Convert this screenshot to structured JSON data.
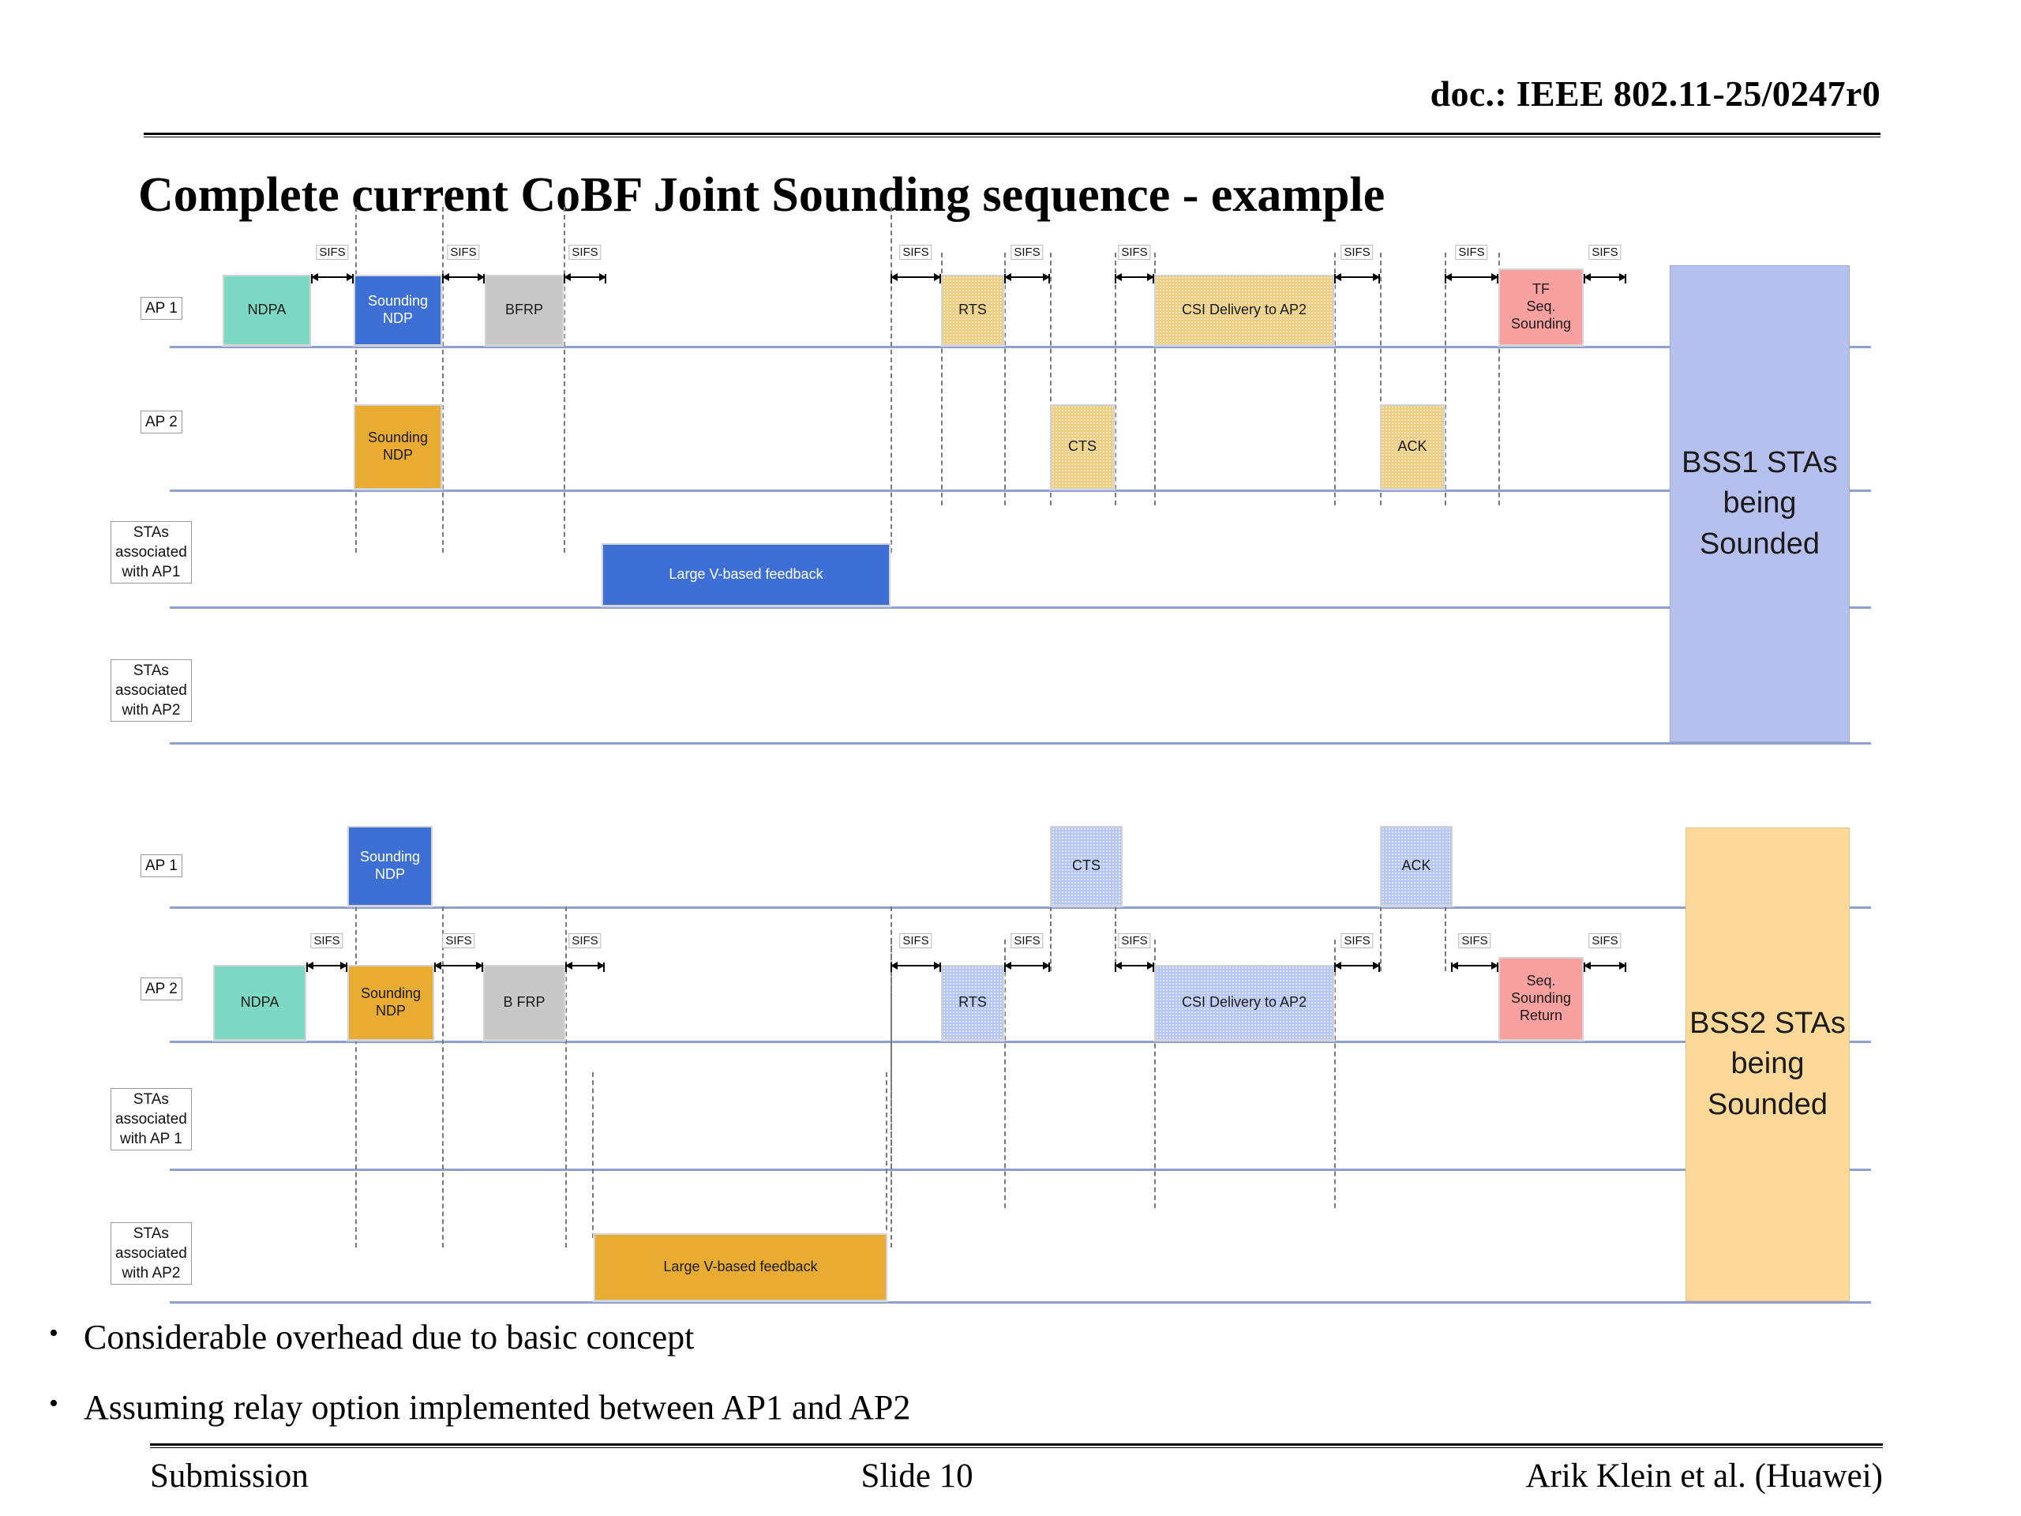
{
  "header": {
    "doc_id": "doc.: IEEE 802.11-25/0247r0"
  },
  "title": "Complete current CoBF Joint Sounding sequence - example",
  "sifs_label": "SIFS",
  "colors": {
    "teal": "#7ed9c4",
    "blue": "#3d6fd4",
    "gray": "#c8c8c8",
    "orange": "#e8ac33",
    "pink": "#f9a0a0",
    "gold_dotted": "#ecce85",
    "blue_dotted": "#b6c6f2",
    "bss1_fill": "#b6c0ef",
    "bss2_fill": "#fcd899",
    "timeline": "#8fa0cf"
  },
  "diagram1": {
    "rows": [
      {
        "label": "AP 1"
      },
      {
        "label": "AP 2"
      },
      {
        "label_lines": [
          "STAs",
          "associated",
          "with AP1"
        ]
      },
      {
        "label_lines": [
          "STAs",
          "associated",
          "with AP2"
        ]
      }
    ],
    "bss_box": {
      "lines": [
        "BSS1 STAs",
        "being",
        "Sounded"
      ]
    },
    "ap1_frames": [
      {
        "label_lines": [
          "NDPA"
        ],
        "style": "teal"
      },
      {
        "label_lines": [
          "Sounding",
          "NDP"
        ],
        "style": "blue"
      },
      {
        "label_lines": [
          "BFRP"
        ],
        "style": "gray"
      },
      {
        "label_lines": [
          "RTS"
        ],
        "style": "gold-dot"
      },
      {
        "label_lines": [
          "CSI Delivery to AP2"
        ],
        "style": "gold-dot"
      },
      {
        "label_lines": [
          "TF",
          "Seq.",
          "Sounding"
        ],
        "style": "pink"
      }
    ],
    "ap2_frames": [
      {
        "label_lines": [
          "Sounding",
          "NDP"
        ],
        "style": "orange"
      },
      {
        "label_lines": [
          "CTS"
        ],
        "style": "gold-dot"
      },
      {
        "label_lines": [
          "ACK"
        ],
        "style": "gold-dot"
      }
    ],
    "sta1_frames": [
      {
        "label_lines": [
          "Large V-based feedback"
        ],
        "style": "blue"
      }
    ],
    "sta2_frames": [],
    "sifs_count": 9
  },
  "diagram2": {
    "rows": [
      {
        "label": "AP 1"
      },
      {
        "label": "AP 2"
      },
      {
        "label_lines": [
          "STAs",
          "associated",
          "with AP 1"
        ]
      },
      {
        "label_lines": [
          "STAs",
          "associated",
          "with AP2"
        ]
      }
    ],
    "bss_box": {
      "lines": [
        "BSS2 STAs",
        "being",
        "Sounded"
      ]
    },
    "ap1_frames": [
      {
        "label_lines": [
          "Sounding",
          "NDP"
        ],
        "style": "blue"
      },
      {
        "label_lines": [
          "CTS"
        ],
        "style": "blue-dot"
      },
      {
        "label_lines": [
          "ACK"
        ],
        "style": "blue-dot"
      }
    ],
    "ap2_frames": [
      {
        "label_lines": [
          "NDPA"
        ],
        "style": "teal"
      },
      {
        "label_lines": [
          "Sounding",
          "NDP"
        ],
        "style": "orange"
      },
      {
        "label_lines": [
          "B FRP"
        ],
        "style": "gray"
      },
      {
        "label_lines": [
          "RTS"
        ],
        "style": "blue-dot"
      },
      {
        "label_lines": [
          "CSI Delivery to AP2"
        ],
        "style": "blue-dot"
      },
      {
        "label_lines": [
          "Seq.",
          "Sounding",
          "Return"
        ],
        "style": "pink"
      }
    ],
    "sta1_frames": [],
    "sta2_frames": [
      {
        "label_lines": [
          "Large V-based feedback"
        ],
        "style": "orange"
      }
    ],
    "sifs_count": 9
  },
  "bullets": [
    "Considerable overhead due to basic concept",
    "Assuming relay option implemented between AP1 and AP2"
  ],
  "footer": {
    "left": "Submission",
    "center": "Slide 10",
    "right": "Arik Klein et al. (Huawei)"
  }
}
